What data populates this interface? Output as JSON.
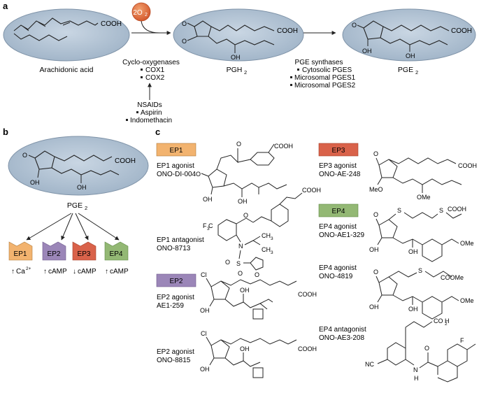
{
  "panel_a": {
    "letter": "a",
    "aa_label": "Arachidonic acid",
    "aa_acid": "COOH",
    "o2": "2O",
    "o2_sub": "2",
    "cox_title": "Cyclo-oxygenases",
    "cox_items": [
      "COX1",
      "COX2"
    ],
    "nsaid_title": "NSAIDs",
    "nsaid_items": [
      "Aspirin",
      "Indomethacin"
    ],
    "pgh2_label": "PGH",
    "pgh2_sub": "2",
    "pgh2_oh": "OH",
    "pgh2_acid": "COOH",
    "pges_title": "PGE synthases",
    "pges_items": [
      "Cytosolic PGES",
      "Microsomal PGES1",
      "Microsomal PGES2"
    ],
    "pge2_label": "PGE",
    "pge2_sub": "2",
    "pge2_oh1": "OH",
    "pge2_oh2": "OH",
    "pge2_o": "O",
    "pge2_acid": "COOH"
  },
  "panel_b": {
    "letter": "b",
    "ligand_label": "PGE",
    "ligand_sub": "2",
    "o": "O",
    "oh1": "OH",
    "oh2": "OH",
    "acid": "COOH",
    "receptors": [
      {
        "name": "EP1",
        "signal": "Ca",
        "sup": "2+",
        "dir": "↑",
        "color": "#f2b36f"
      },
      {
        "name": "EP2",
        "signal": "cAMP",
        "sup": "",
        "dir": "↑",
        "color": "#9b86b8"
      },
      {
        "name": "EP3",
        "signal": "cAMP",
        "sup": "",
        "dir": "↓",
        "color": "#d9624a"
      },
      {
        "name": "EP4",
        "signal": "cAMP",
        "sup": "",
        "dir": "↑",
        "color": "#93b874"
      }
    ]
  },
  "panel_c": {
    "letter": "c",
    "ep1_badge": "EP1",
    "ep1_agonist_line1": "EP1 agonist",
    "ep1_agonist_line2": "ONO-DI-004",
    "ep1_antagonist_line1": "EP1 antagonist",
    "ep1_antagonist_line2": "ONO-8713",
    "ep2_badge": "EP2",
    "ep2_agonist_a_line1": "EP2 agonist",
    "ep2_agonist_a_line2": "AE1-259",
    "ep2_agonist_b_line1": "EP2 agonist",
    "ep2_agonist_b_line2": "ONO-8815",
    "ep3_badge": "EP3",
    "ep3_agonist_line1": "EP3 agonist",
    "ep3_agonist_line2": "ONO-AE-248",
    "ep4_badge": "EP4",
    "ep4_agonist_a_line1": "EP4 agonist",
    "ep4_agonist_a_line2": "ONO-AE1-329",
    "ep4_agonist_b_line1": "EP4 agonist",
    "ep4_agonist_b_line2": "ONO-4819",
    "ep4_antagonist_line1": "EP4 antagonist",
    "ep4_antagonist_line2": "ONO-AE3-208",
    "atoms": {
      "cooh": "COOH",
      "o": "O",
      "oh": "OH",
      "cl": "Cl",
      "f3c": "F C",
      "f3c_sub": "3",
      "n": "N",
      "s": "S",
      "ch3": "CH",
      "ch3_sub": "3",
      "meo": "MeO",
      "ome": "OMe",
      "cooMe": "COOMe",
      "co2h": "CO H",
      "co2h_sub": "2",
      "f": "F",
      "nc": "NC",
      "h": "H"
    }
  }
}
